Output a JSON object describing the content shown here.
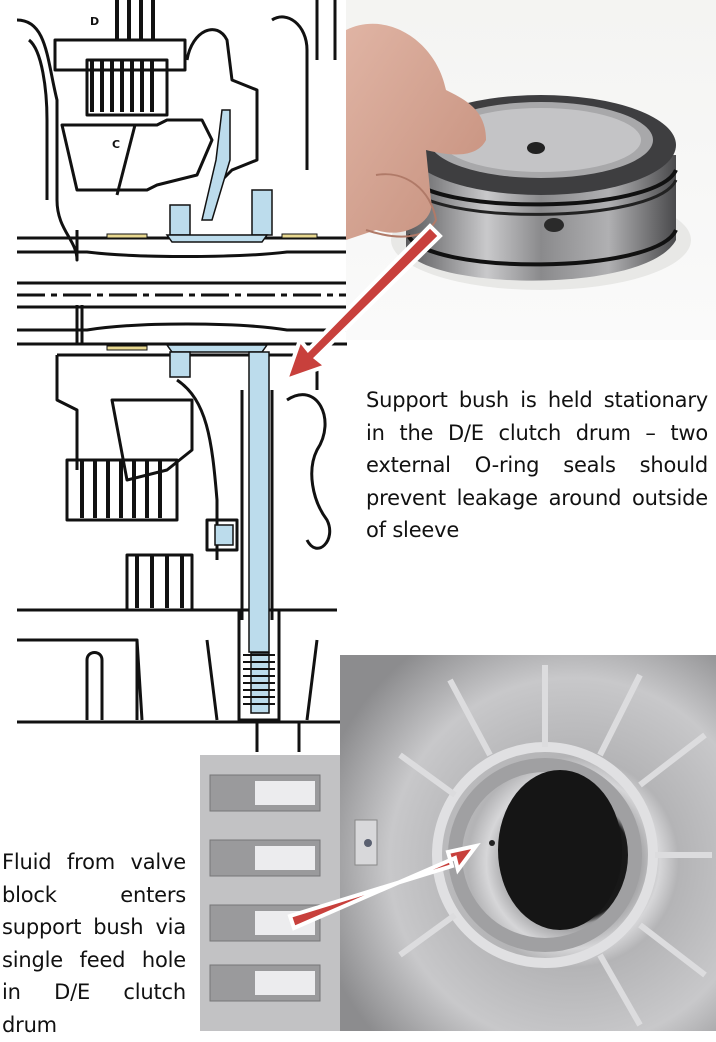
{
  "diagram": {
    "labels": [
      "D",
      "C"
    ],
    "colors": {
      "fluid_passage": "#bcdcec",
      "bearing": "#e8d890",
      "line": "#111111"
    }
  },
  "arrows": {
    "color": "#c8403c",
    "outline": "#ffffff"
  },
  "captions": {
    "right": "Support bush is held stationary in the D/E clutch drum – two external O-ring seals should prevent leakage around outside of sleeve",
    "left": "Fluid from valve block enters support bush via single feed hole in D/E clutch drum"
  }
}
